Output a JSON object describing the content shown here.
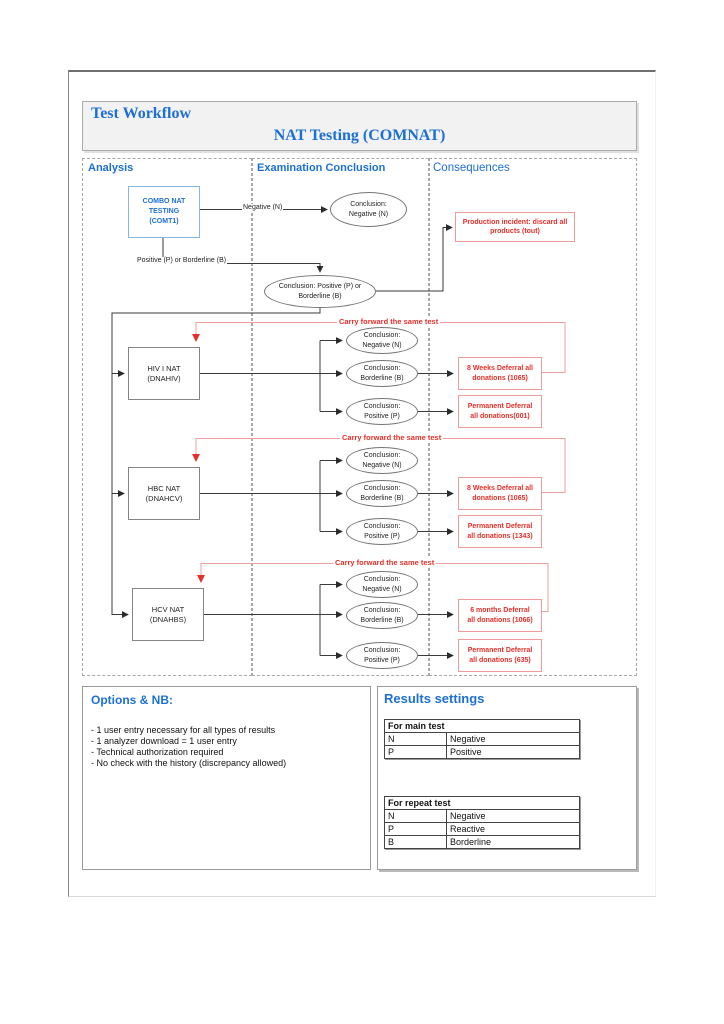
{
  "colors": {
    "accent_blue": "#1c6fd4",
    "red": "#e5302a",
    "pale_red": "#ef9f9f",
    "title_bar_bg": "#f2f2f2"
  },
  "header": {
    "title": "Test Workflow",
    "subtitle": "NAT Testing (COMNAT)"
  },
  "columns": {
    "analysis": "Analysis",
    "examination": "Examination Conclusion",
    "consequences": "Consequences"
  },
  "flow": {
    "start_test": "COMBO NAT\nTESTING\n(COMT1)",
    "negative_label": "Negative (N)",
    "positive_borderline_label": "Positive (P) or Borderline (B)",
    "conclusion_negative": "Conclusion:\nNegative (N)",
    "conclusion_positive_borderline": "Conclusion: Positive (P) or\nBorderline (B)",
    "production_incident": "Production incident: discard all\nproducts (tout)",
    "carry_forward": "Carry forward the same test",
    "sections": [
      {
        "test": "HIV I NAT\n(DNAHIV)",
        "conclusions": [
          "Conclusion:\nNegative (N)",
          "Conclusion:\nBorderline (B)",
          "Conclusion:\nPositive (P)"
        ],
        "consequences": [
          "8 Weeks Deferral all\ndonations (1065)",
          "Permanent Deferral\nall donations(001)"
        ]
      },
      {
        "test": "HBC NAT\n(DNAHCV)",
        "conclusions": [
          "Conclusion:\nNegative (N)",
          "Conclusion:\nBorderline (B)",
          "Conclusion:\nPositive (P)"
        ],
        "consequences": [
          "8 Weeks Deferral all\ndonations (1065)",
          "Permanent Deferral\nall donations (1343)"
        ]
      },
      {
        "test": "HCV NAT\n(DNAHBS)",
        "conclusions": [
          "Conclusion:\nNegative (N)",
          "Conclusion:\nBorderline (B)",
          "Conclusion:\nPositive (P)"
        ],
        "consequences": [
          "6 months Deferral\nall donations (1066)",
          "Permanent Deferral\nall donations (635)"
        ]
      }
    ]
  },
  "options": {
    "heading": "Options & NB:",
    "items": [
      "- 1 user entry necessary for all types of results",
      "- 1 analyzer download = 1 user entry",
      "- Technical authorization required",
      "- No check with the history (discrepancy allowed)"
    ]
  },
  "results": {
    "heading": "Results settings",
    "main_table": {
      "title": "For main test",
      "rows": [
        [
          "N",
          "Negative"
        ],
        [
          "P",
          "Positive"
        ]
      ]
    },
    "repeat_table": {
      "title": "For repeat test",
      "rows": [
        [
          "N",
          "Negative"
        ],
        [
          "P",
          "Reactive"
        ],
        [
          "B",
          "Borderline"
        ]
      ]
    }
  }
}
